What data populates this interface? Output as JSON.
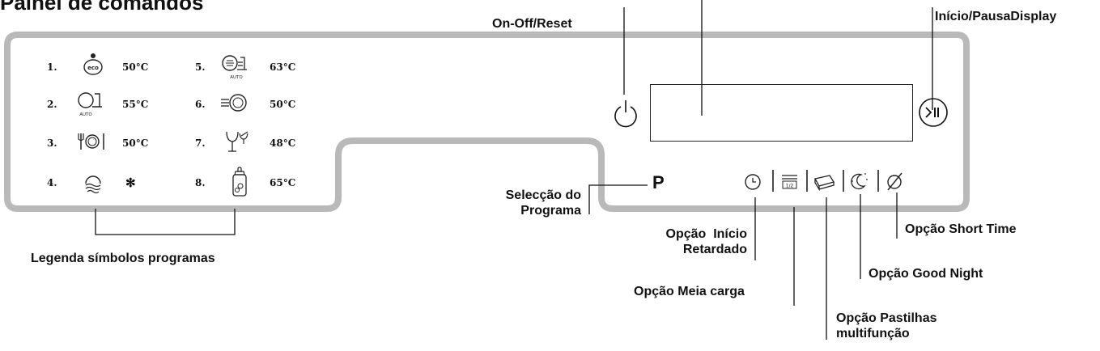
{
  "title": "Painel de comandos",
  "callouts": {
    "on_off": "On-Off/Reset",
    "inicio_display": "Início/PausaDisplay",
    "seleccao_line1": "Selecção do",
    "seleccao_line2": "Programa",
    "p_letter": "P",
    "inicio_retardado_line1": "Opção  Início",
    "inicio_retardado_line2": "Retardado",
    "meia_carga": "Opção Meia carga",
    "pastilhas_line1": "Opção Pastilhas",
    "pastilhas_line2": "multifunção",
    "good_night": "Opção Good Night",
    "short_time": "Opção Short Time",
    "legenda": "Legenda símbolos programas"
  },
  "programs": [
    {
      "num": "1.",
      "temp": "50°C",
      "icon": "eco-pot-icon"
    },
    {
      "num": "2.",
      "temp": "55°C",
      "icon": "auto-pot-icon",
      "sub": "AUTO"
    },
    {
      "num": "3.",
      "temp": "50°C",
      "icon": "plate-cutlery-icon"
    },
    {
      "num": "4.",
      "temp": "✻",
      "icon": "rinse-icon"
    },
    {
      "num": "5.",
      "temp": "63°C",
      "icon": "auto-intensive-icon",
      "sub": "AUTO"
    },
    {
      "num": "6.",
      "temp": "50°C",
      "icon": "quick-icon"
    },
    {
      "num": "7.",
      "temp": "48°C",
      "icon": "glass-icon"
    },
    {
      "num": "8.",
      "temp": "65°C",
      "icon": "baby-bottle-icon"
    }
  ],
  "half_load_text": "1/2"
}
